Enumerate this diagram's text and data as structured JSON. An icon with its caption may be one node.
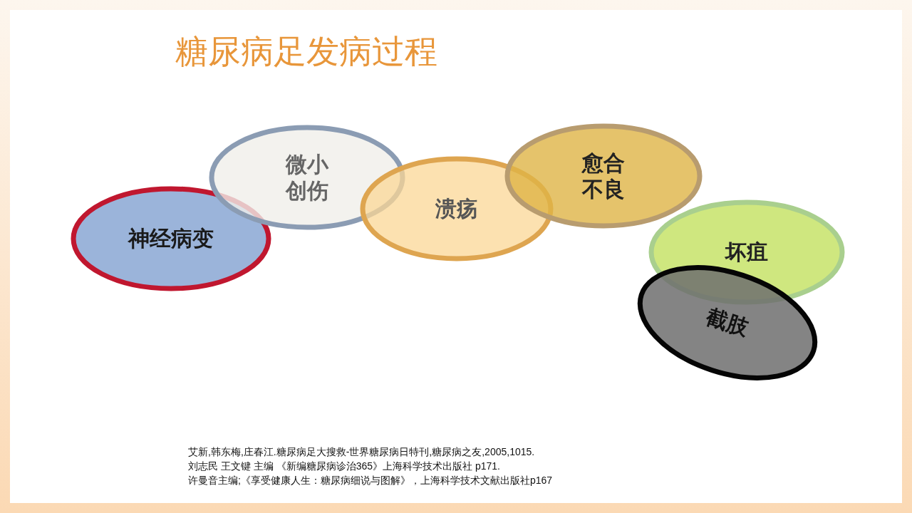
{
  "diagram": {
    "title": "糖尿病足发病过程",
    "nodes": [
      {
        "text": [
          "神经病变"
        ]
      },
      {
        "text": [
          "微小创伤"
        ]
      },
      {
        "text": [
          "溃疡"
        ]
      },
      {
        "text": [
          "愈合不良"
        ]
      },
      {
        "text": [
          "坏疽"
        ]
      },
      {
        "text": [
          "截肢"
        ]
      }
    ],
    "labels": [
      "艾新,韩东梅,庄春江.糖尿病足大搜救-世界糖尿病日特刊,糖尿病之友,2005,1015.",
      "刘志民 王文键 主编 《新编糖尿病诊治365》上海科学技术出版社 p171.",
      "许曼音主编;《享受健康人生：糖尿病细说与图解》，上海科学技术文献出版社p167"
    ]
  }
}
